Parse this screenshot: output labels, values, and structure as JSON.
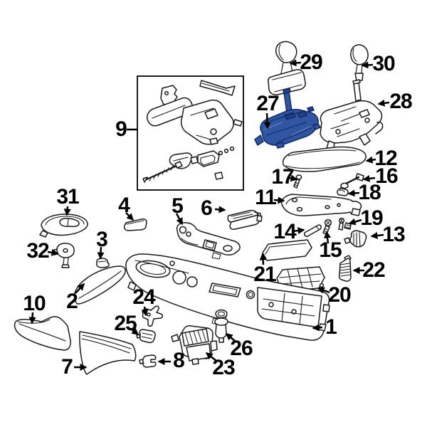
{
  "diagram": {
    "kind": "exploded-parts-diagram",
    "subject": "vehicle center console assembly",
    "background_color": "#ffffff",
    "line_color": "#1a1a1a",
    "label_color": "#000000",
    "highlight_color": "#3155a0",
    "highlighted_callout": "27"
  },
  "parts": {
    "p1": "1",
    "p2": "2",
    "p3": "3",
    "p4": "4",
    "p5": "5",
    "p6": "6",
    "p7": "7",
    "p8": "8",
    "p9": "9",
    "p10": "10",
    "p11": "11",
    "p12": "12",
    "p13": "13",
    "p14": "14",
    "p15": "15",
    "p16": "16",
    "p17": "17",
    "p18": "18",
    "p19": "19",
    "p20": "20",
    "p21": "21",
    "p22": "22",
    "p23": "23",
    "p24": "24",
    "p25": "25",
    "p26": "26",
    "p27": "27",
    "p28": "28",
    "p29": "29",
    "p30": "30",
    "p31": "31",
    "p32": "32"
  }
}
